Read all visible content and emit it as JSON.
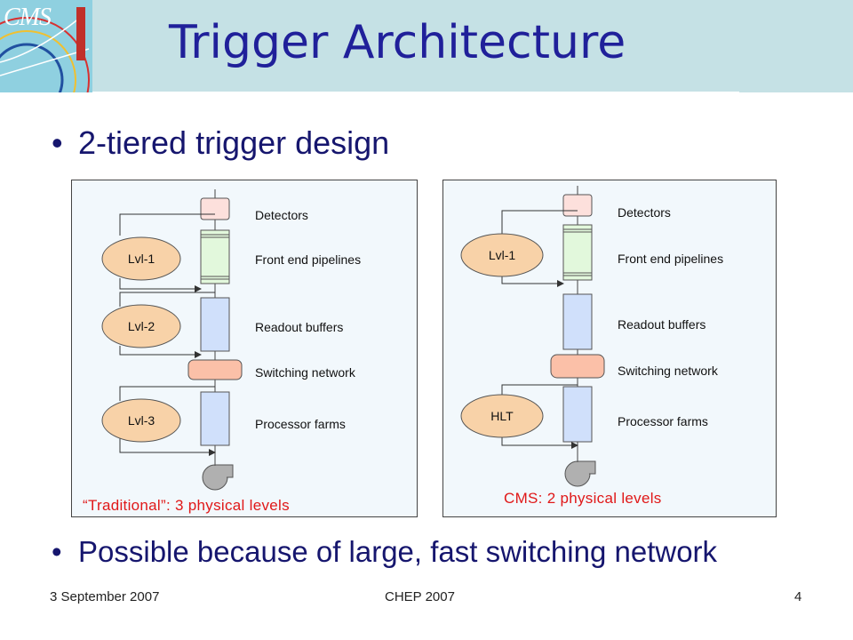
{
  "slide": {
    "title": "Trigger Architecture",
    "logo_text": "CMS",
    "bullets": [
      "2-tiered trigger design",
      "Possible because of large, fast switching network"
    ],
    "bullet_glyph": "•"
  },
  "diagrams": [
    {
      "levels": [
        "Lvl-1",
        "Lvl-2",
        "Lvl-3"
      ],
      "components": [
        "Detectors",
        "Front end pipelines",
        "Readout buffers",
        "Switching network",
        "Processor farms"
      ],
      "caption": "“Traditional”: 3 physical levels"
    },
    {
      "levels": [
        "Lvl-1",
        "HLT"
      ],
      "components": [
        "Detectors",
        "Front  end pipelines",
        "Readout buffers",
        "Switching network",
        "Processor farms"
      ],
      "caption": "CMS: 2 physical levels"
    }
  ],
  "footer": {
    "date": "3 September 2007",
    "conference": "CHEP 2007",
    "page": "4"
  },
  "colors": {
    "title": "#20209a",
    "caption": "#e01818",
    "detector_box": "#fde0dc",
    "pipeline_box": "#e2f8dc",
    "buffer_box": "#d0e0fb",
    "switch_box": "#fbc0a8",
    "level_ellipse": "#f8d2a8"
  }
}
